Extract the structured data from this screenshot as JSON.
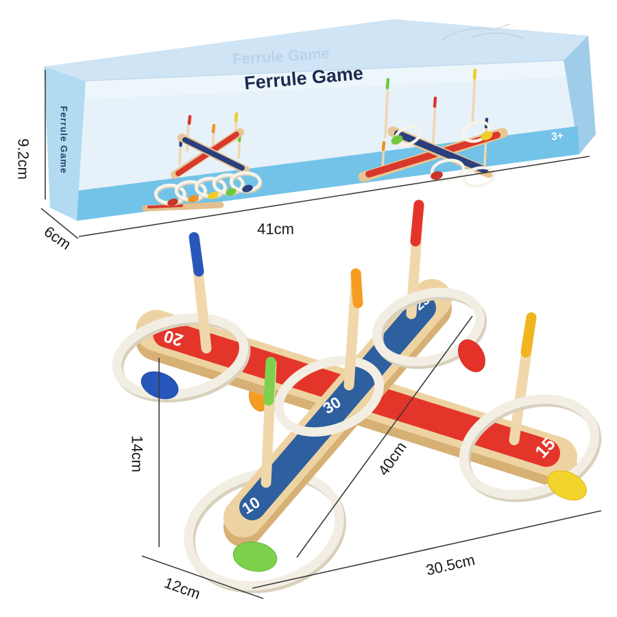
{
  "box": {
    "front_title": "Ferrule Game",
    "lid_title": "Ferrule Game",
    "side_title": "Ferrule Game",
    "age_badge": "3+"
  },
  "game": {
    "numbers": {
      "red_left": "20",
      "red_right": "15",
      "blue_top": "25",
      "blue_middle": "30",
      "blue_bottom": "10"
    },
    "colors": {
      "wood": "#eed3a2",
      "wood_side": "#d6b074",
      "red_paint": "#e4352a",
      "blue_paint": "#2e5f9e",
      "rope": "#f3eee3",
      "rope_shadow": "#d9d0bd",
      "cap_blue": "#2857bb",
      "cap_red": "#e5332a",
      "cap_orange": "#f59d22",
      "cap_green": "#7ed14c",
      "cap_yellow": "#f0b51f",
      "bead_yellow": "#f3d42c",
      "number_white": "#ffffff",
      "box_band": "#72c3e7",
      "box_side": "#b2dbf2",
      "box_top": "#cfe4f4",
      "box_front": "#e7f1f9",
      "title_navy": "#1d2b50",
      "dimension_line": "#3a3a3a"
    }
  },
  "dimensions": {
    "box_height": "9.2cm",
    "box_depth": "6cm",
    "box_length": "41cm",
    "peg_height": "14cm",
    "bar_length": "40cm",
    "base_width": "30.5cm",
    "ring_width": "12cm"
  }
}
